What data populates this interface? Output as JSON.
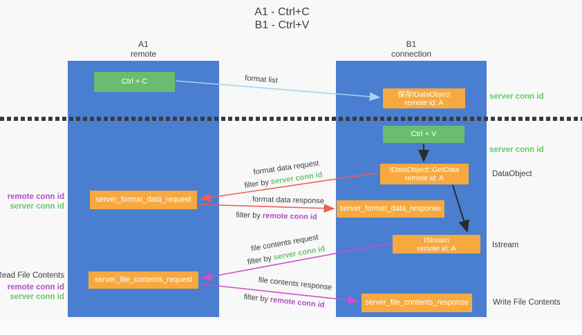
{
  "title": {
    "line1": "A1 - Ctrl+C",
    "line2": "B1 - Ctrl+V"
  },
  "lifelines": {
    "left": {
      "name": "A1",
      "role": "remote"
    },
    "right": {
      "name": "B1",
      "role": "connection"
    }
  },
  "nodes": {
    "ctrl_c": {
      "label": "Ctrl + C"
    },
    "save_dataobject": {
      "line1": "保存IDataObject",
      "line2": "remote id: A"
    },
    "ctrl_v": {
      "label": "Ctrl + V"
    },
    "getdata": {
      "line1": "IDataObject::GetData",
      "line2": "remote id: A"
    },
    "format_request": {
      "label": "server_format_data_request"
    },
    "format_response": {
      "label": "server_format_data_response"
    },
    "istream": {
      "line1": "IStream",
      "line2": "remote id: A"
    },
    "file_request": {
      "label": "server_file_contents_request"
    },
    "file_response": {
      "label": "server_file_contents_response"
    }
  },
  "arrows": {
    "format_list": {
      "label": "format list"
    },
    "format_data_request": {
      "label": "format data request",
      "filter_prefix": "filter by",
      "filter_key": "server conn id"
    },
    "format_data_response": {
      "label": "format data response",
      "filter_prefix": "filter by",
      "filter_key": "remote conn id"
    },
    "file_contents_request": {
      "label": "file contents request",
      "filter_prefix": "filter by",
      "filter_key": "server conn id"
    },
    "file_contents_response": {
      "label": "file contents response",
      "filter_prefix": "filter by",
      "filter_key": "remote conn id"
    }
  },
  "side_labels": {
    "right_server_conn_id_1": "server conn id",
    "right_server_conn_id_2": "server conn id",
    "dataobject": "DataObject",
    "istream": "Istream",
    "write_file_contents": "Write File Contents",
    "read_file_contents": "Read File Contents",
    "left_remote_conn_id_1": "remote conn id",
    "left_server_conn_id_1": "server conn id",
    "left_remote_conn_id_2": "remote conn id",
    "left_server_conn_id_2": "server conn id"
  },
  "colors": {
    "lifeline_blue": "#4a7ed0",
    "node_green": "#6abd70",
    "node_orange": "#f7a940",
    "arrow_lightblue": "#a6d2ef",
    "arrow_red": "#ee5e54",
    "arrow_magenta": "#cb50cb",
    "arrow_black": "#2b2b2b",
    "text_green": "#6cc46f",
    "text_purple": "#b04ec4",
    "text_dark": "#3c3c3c",
    "background": "#f8f8f8"
  }
}
